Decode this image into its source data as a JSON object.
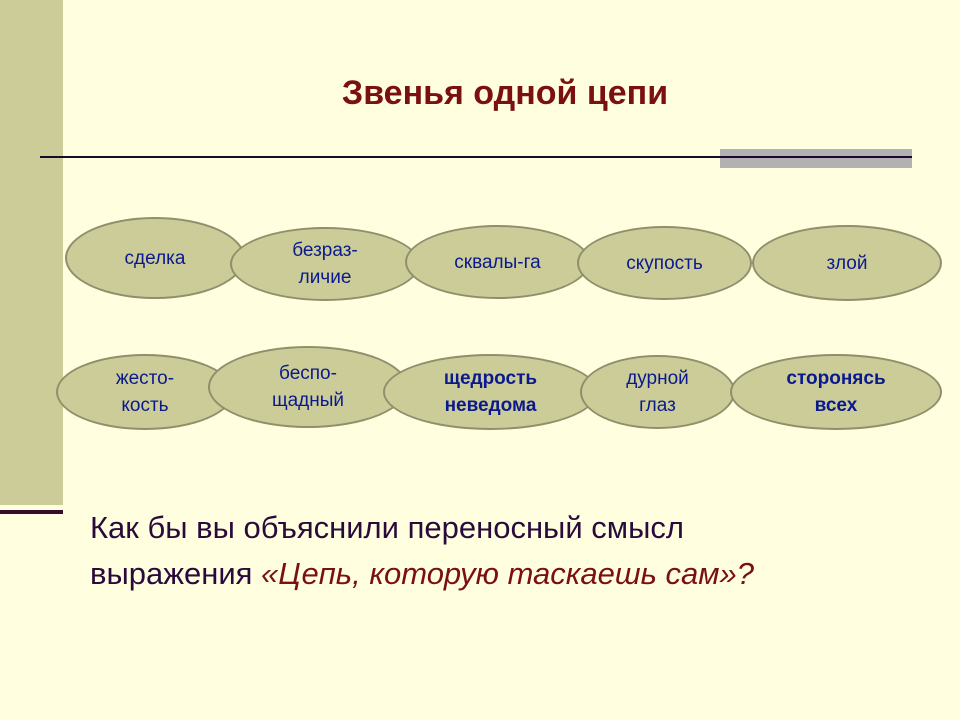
{
  "title": "Звенья одной цепи",
  "links_row1": [
    "сделка",
    "безраз-\nличие",
    "сквалы-га",
    "скупость",
    "злой"
  ],
  "links_row2": [
    "жесто-\nкость",
    "беспо-\nщадный",
    "щедрость\nневедома",
    "дурной\nглаз",
    "сторонясь\nвсех"
  ],
  "question": {
    "line1": "Как бы вы объяснили переносный смысл",
    "line2_prefix": "выражения ",
    "quote": "«Цепь, которую таскаешь сам»",
    "suffix": "?"
  },
  "colors": {
    "background": "#ffffe0",
    "accent_bar": "#cccc99",
    "title": "#7a1010",
    "link_text": "#0a1a8c"
  }
}
